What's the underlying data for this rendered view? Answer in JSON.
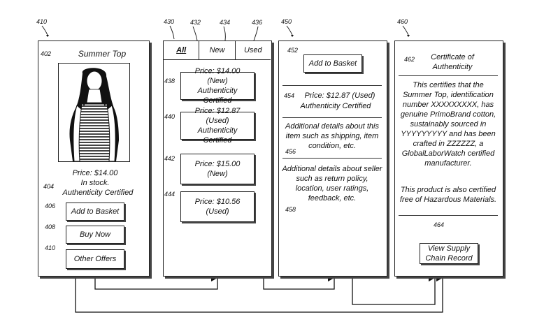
{
  "refs": {
    "r410a": "410",
    "r430": "430",
    "r432": "432",
    "r434": "434",
    "r436": "436",
    "r450": "450",
    "r460": "460",
    "r402": "402",
    "r404": "404",
    "r406": "406",
    "r408": "408",
    "r410b": "410",
    "r438": "438",
    "r440": "440",
    "r442": "442",
    "r444": "444",
    "r452": "452",
    "r454": "454",
    "r456": "456",
    "r458": "458",
    "r462": "462",
    "r464": "464"
  },
  "product": {
    "title": "Summer Top",
    "price": "Price: $14.00",
    "stock": "In stock.",
    "certified": "Authenticity Certified",
    "add_to_basket": "Add to Basket",
    "buy_now": "Buy Now",
    "other_offers": "Other Offers"
  },
  "offers": {
    "tabs": [
      {
        "label": "All",
        "active": true
      },
      {
        "label": "New",
        "active": false
      },
      {
        "label": "Used",
        "active": false
      }
    ],
    "items": [
      {
        "line1": "Price: $14.00 (New)",
        "line2": "Authenticity Certified"
      },
      {
        "line1": "Price: $12.87 (Used)",
        "line2": "Authenticity Certified"
      },
      {
        "line1": "Price: $15.00 (New)",
        "line2": ""
      },
      {
        "line1": "Price: $10.56 (Used)",
        "line2": ""
      }
    ]
  },
  "detail": {
    "add_to_basket": "Add to Basket",
    "price": "Price: $12.87 (Used)",
    "certified": "Authenticity Certified",
    "item_details_1": "Additional details about this",
    "item_details_2": "item such as shipping, item",
    "item_details_3": "condition, etc.",
    "seller_details_1": "Additional details about seller",
    "seller_details_2": "such as return policy,",
    "seller_details_3": "location, user ratings,",
    "seller_details_4": "feedback, etc."
  },
  "certificate": {
    "title_1": "Certificate of",
    "title_2": "Authenticity",
    "body_1": "This certifies that the",
    "body_2": "Summer Top, identification",
    "body_3": "number XXXXXXXXX, has",
    "body_4": "genuine PrimoBrand cotton,",
    "body_5": "sustainably sourced in",
    "body_6": "YYYYYYYYY and has been",
    "body_7": "crafted in ZZZZZZ, a",
    "body_8": "GlobalLaborWatch certified",
    "body_9": "manufacturer.",
    "hazard_1": "This product is also certified",
    "hazard_2": "free of Hazardous Materials.",
    "supply_1": "View Supply",
    "supply_2": "Chain Record"
  },
  "colors": {
    "ink": "#111111",
    "background": "#ffffff"
  }
}
